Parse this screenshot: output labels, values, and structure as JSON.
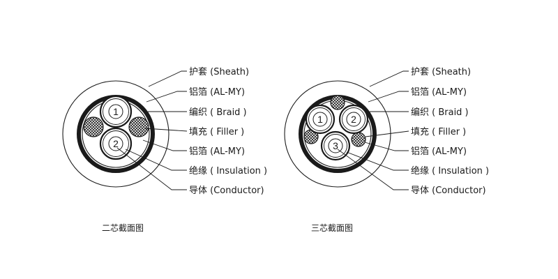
{
  "diagrams": [
    {
      "caption": "二芯截面图",
      "cores": [
        "1",
        "2"
      ],
      "labels": [
        "护套 (Sheath)",
        "铝箔 (AL-MY)",
        "编织 ( Braid )",
        "填充 ( Filler )",
        "铝箔 (AL-MY)",
        "绝缘 ( Insulation )",
        "导体 (Conductor)"
      ]
    },
    {
      "caption": "三芯截面图",
      "cores": [
        "1",
        "2",
        "3"
      ],
      "labels": [
        "护套 (Sheath)",
        "铝箔 (AL-MY)",
        "编织 ( Braid )",
        "填充 ( Filler )",
        "铝箔 (AL-MY)",
        "绝缘 ( Insulation )",
        "导体 (Conductor)"
      ]
    }
  ],
  "colors": {
    "line": "#1a1a1a",
    "background": "#ffffff"
  }
}
